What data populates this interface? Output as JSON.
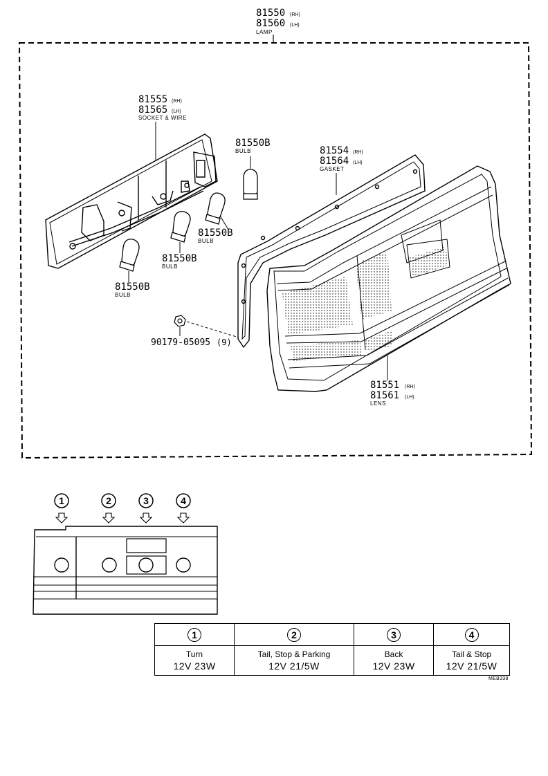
{
  "labels": {
    "lamp": {
      "rh": "81550",
      "lh": "81560",
      "rh_tag": "(RH)",
      "lh_tag": "(LH)",
      "name": "LAMP"
    },
    "socket": {
      "rh": "81555",
      "lh": "81565",
      "rh_tag": "(RH)",
      "lh_tag": "(LH)",
      "name": "SOCKET & WIRE"
    },
    "bulb_top": {
      "part": "81550B",
      "name": "BULB"
    },
    "bulb_mid": {
      "part": "81550B",
      "name": "BULB"
    },
    "bulb_center": {
      "part": "81550B",
      "name": "BULB"
    },
    "bulb_left": {
      "part": "81550B",
      "name": "BULB"
    },
    "gasket": {
      "rh": "81554",
      "lh": "81564",
      "rh_tag": "(RH)",
      "lh_tag": "(LH)",
      "name": "GASKET"
    },
    "nut": {
      "part": "90179-05095",
      "qty": "(9)"
    },
    "lens": {
      "rh": "81551",
      "lh": "81561",
      "rh_tag": "(RH)",
      "lh_tag": "(LH)",
      "name": "LENS"
    }
  },
  "positions": [
    "1",
    "2",
    "3",
    "4"
  ],
  "table": [
    {
      "num": "1",
      "use": "Turn",
      "spec": "12V 23W"
    },
    {
      "num": "2",
      "use": "Tail, Stop & Parking",
      "spec": "12V 21/5W"
    },
    {
      "num": "3",
      "use": "Back",
      "spec": "12V 23W"
    },
    {
      "num": "4",
      "use": "Tail & Stop",
      "spec": "12V 21/5W"
    }
  ],
  "drawing_code": "MEB338"
}
